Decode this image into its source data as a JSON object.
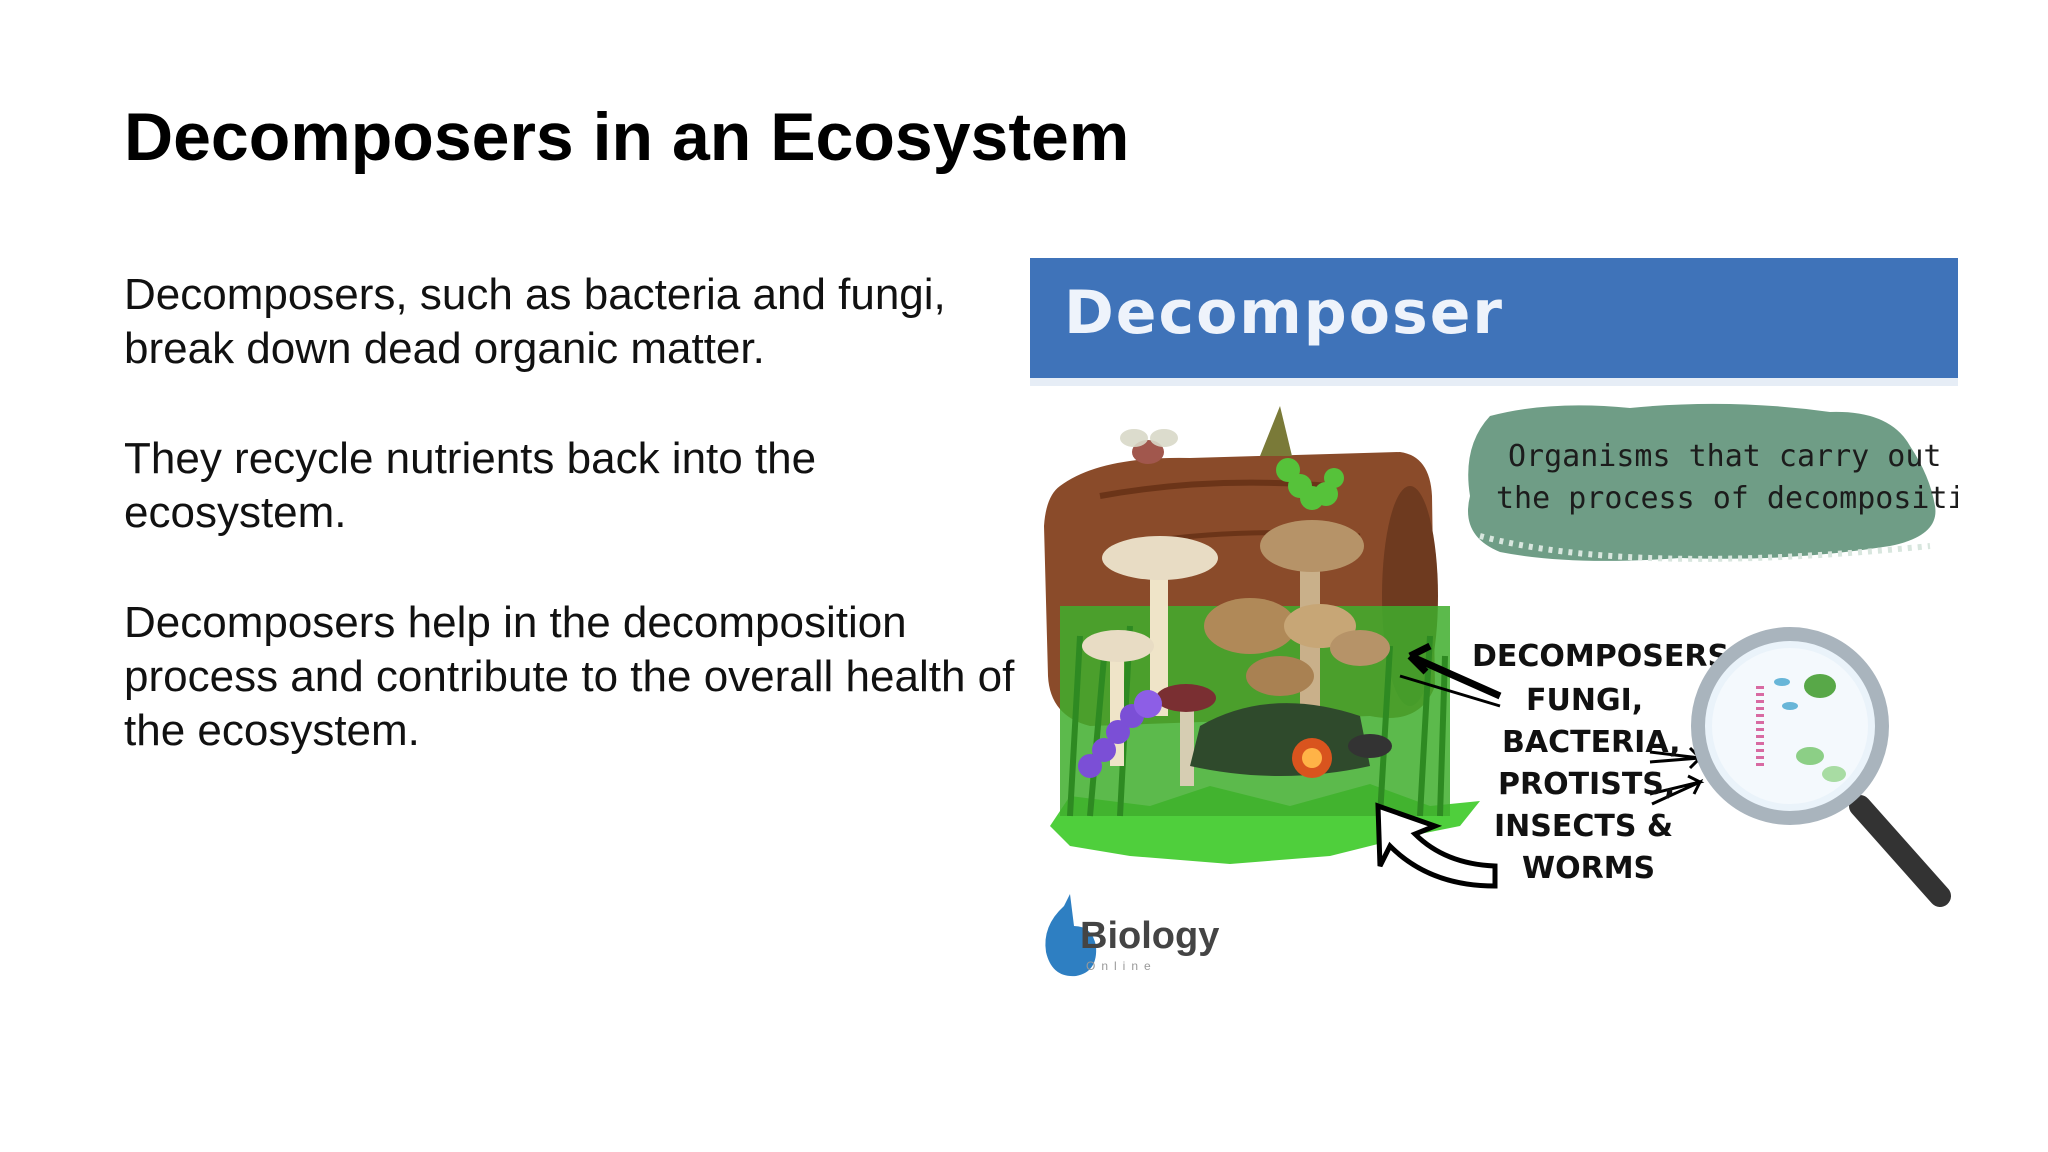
{
  "slide": {
    "title": "Decomposers in an Ecosystem",
    "paragraphs": [
      "Decomposers, such as bacteria and fungi, break down dead organic matter.",
      "They recycle nutrients back into the ecosystem.",
      "Decomposers help in the decomposition process and contribute to the overall health of the ecosystem."
    ]
  },
  "figure": {
    "banner_title": "Decomposer",
    "definition_line1": "Organisms that carry out",
    "definition_line2": "the process of decomposition",
    "list_heading": "DECOMPOSERS:",
    "list_items": [
      "FUNGI,",
      "BACTERIA,",
      "PROTISTS,",
      "INSECTS &",
      "WORMS"
    ],
    "logo_text": "Biology",
    "logo_sub": "Online",
    "colors": {
      "banner": "#3f73b9",
      "definition_blob": "#6f9d86",
      "grass": "#4fcf3c",
      "log": "#8a4b2a"
    },
    "icons": [
      "log-icon",
      "mushroom-icon",
      "worm-icon",
      "caterpillar-icon",
      "fly-icon",
      "beetle-icon",
      "magnifier-icon",
      "arrow-icon"
    ]
  }
}
